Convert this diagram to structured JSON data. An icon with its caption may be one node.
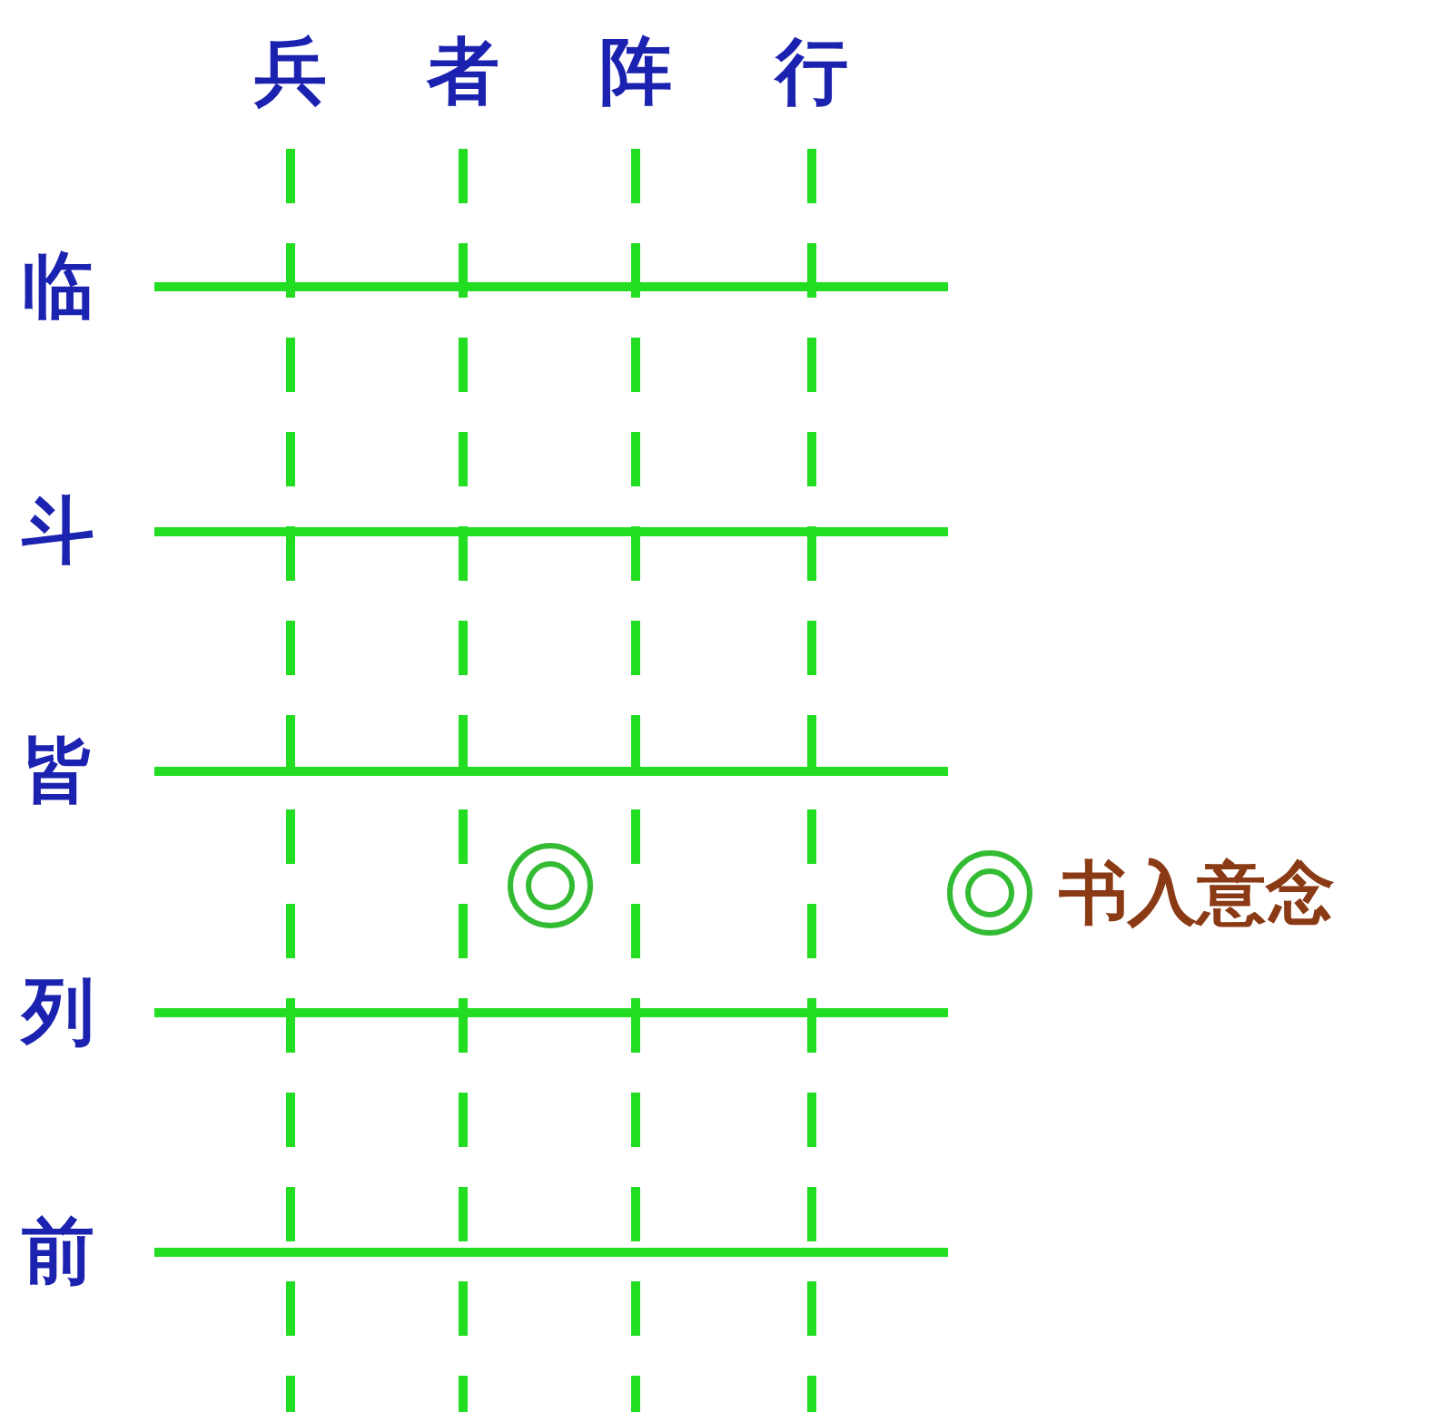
{
  "diagram": {
    "labels": [
      "兵",
      "者",
      "阵",
      "行",
      "临",
      "斗",
      "皆",
      "列",
      "前"
    ],
    "legend": [
      {
        "text": "书入意念"
      }
    ]
  }
}
